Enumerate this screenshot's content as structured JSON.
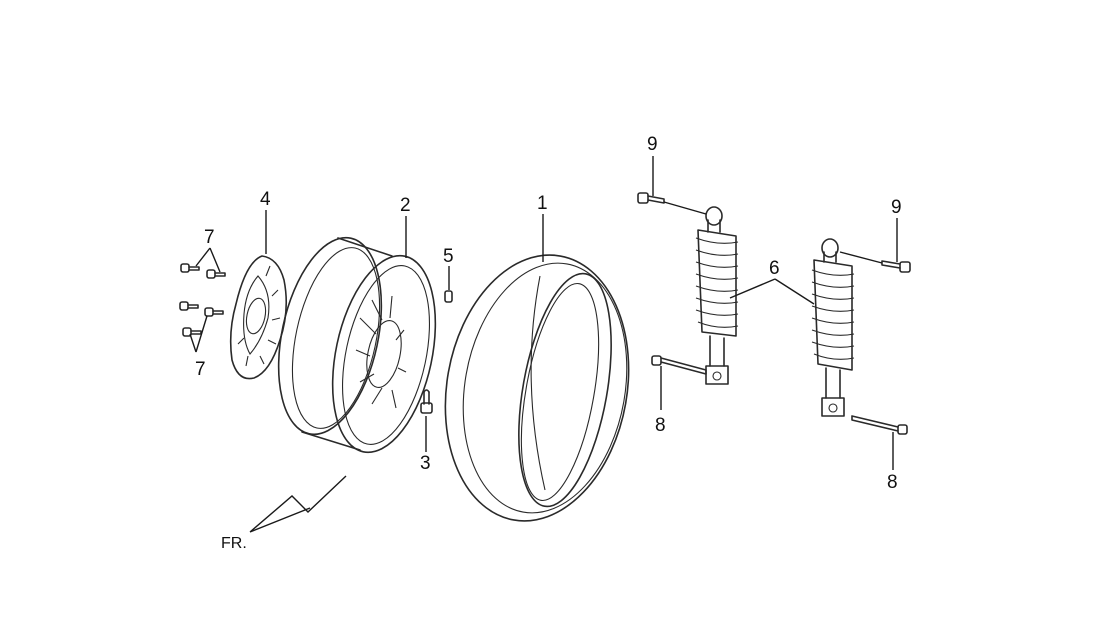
{
  "callouts": {
    "c1": "1",
    "c2": "2",
    "c3": "3",
    "c4": "4",
    "c5": "5",
    "c6": "6",
    "c7a": "7",
    "c7b": "7",
    "c8a": "8",
    "c8b": "8",
    "c9a": "9",
    "c9b": "9"
  },
  "direction_label": "FR."
}
